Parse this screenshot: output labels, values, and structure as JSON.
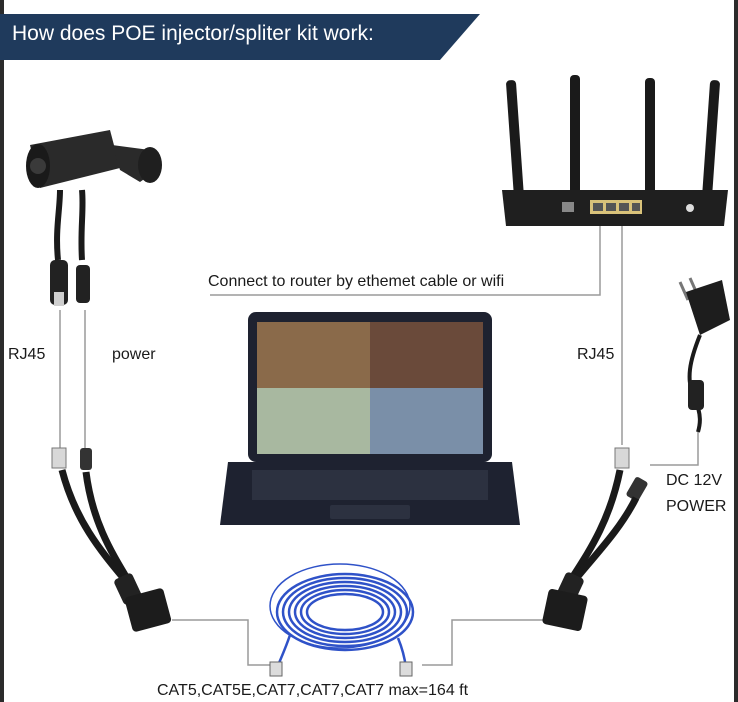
{
  "banner": {
    "title": "How does POE injector/spliter kit work:"
  },
  "labels": {
    "router_connect": "Connect to router by ethemet cable or wifi",
    "rj45_left": "RJ45",
    "power_left": "power",
    "rj45_right": "RJ45",
    "dc_line1": "DC 12V",
    "dc_line2": "POWER",
    "cable_spec": "CAT5,CAT5E,CAT7,CAT7,CAT7 max=164 ft"
  },
  "colors": {
    "banner": "#1f3a5c",
    "cable": "#2f52c8",
    "device": "#2a2a2a",
    "line": "#9a9a9a"
  }
}
